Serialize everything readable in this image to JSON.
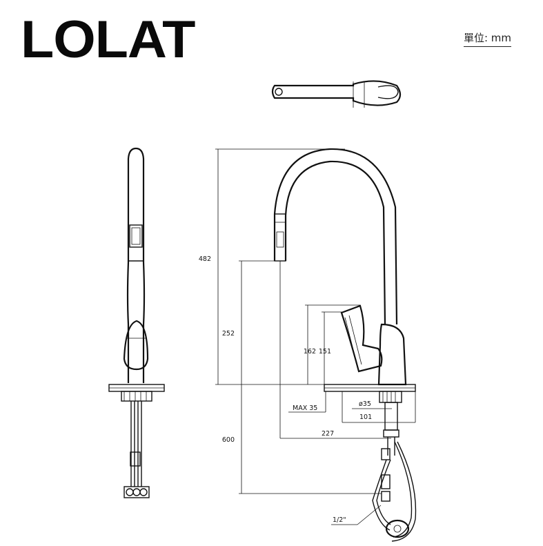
{
  "brand": {
    "logo_text": "LOLAT"
  },
  "unit_label": "單位: mm",
  "dimensions": {
    "total_height": "482",
    "spout_height": "252",
    "handle_height_162": "162",
    "handle_height_151": "151",
    "max_thickness": "MAX 35",
    "hole_diameter": "ø35",
    "base_offset": "101",
    "spout_reach": "227",
    "hose_length": "600",
    "connection": "1/2\""
  }
}
